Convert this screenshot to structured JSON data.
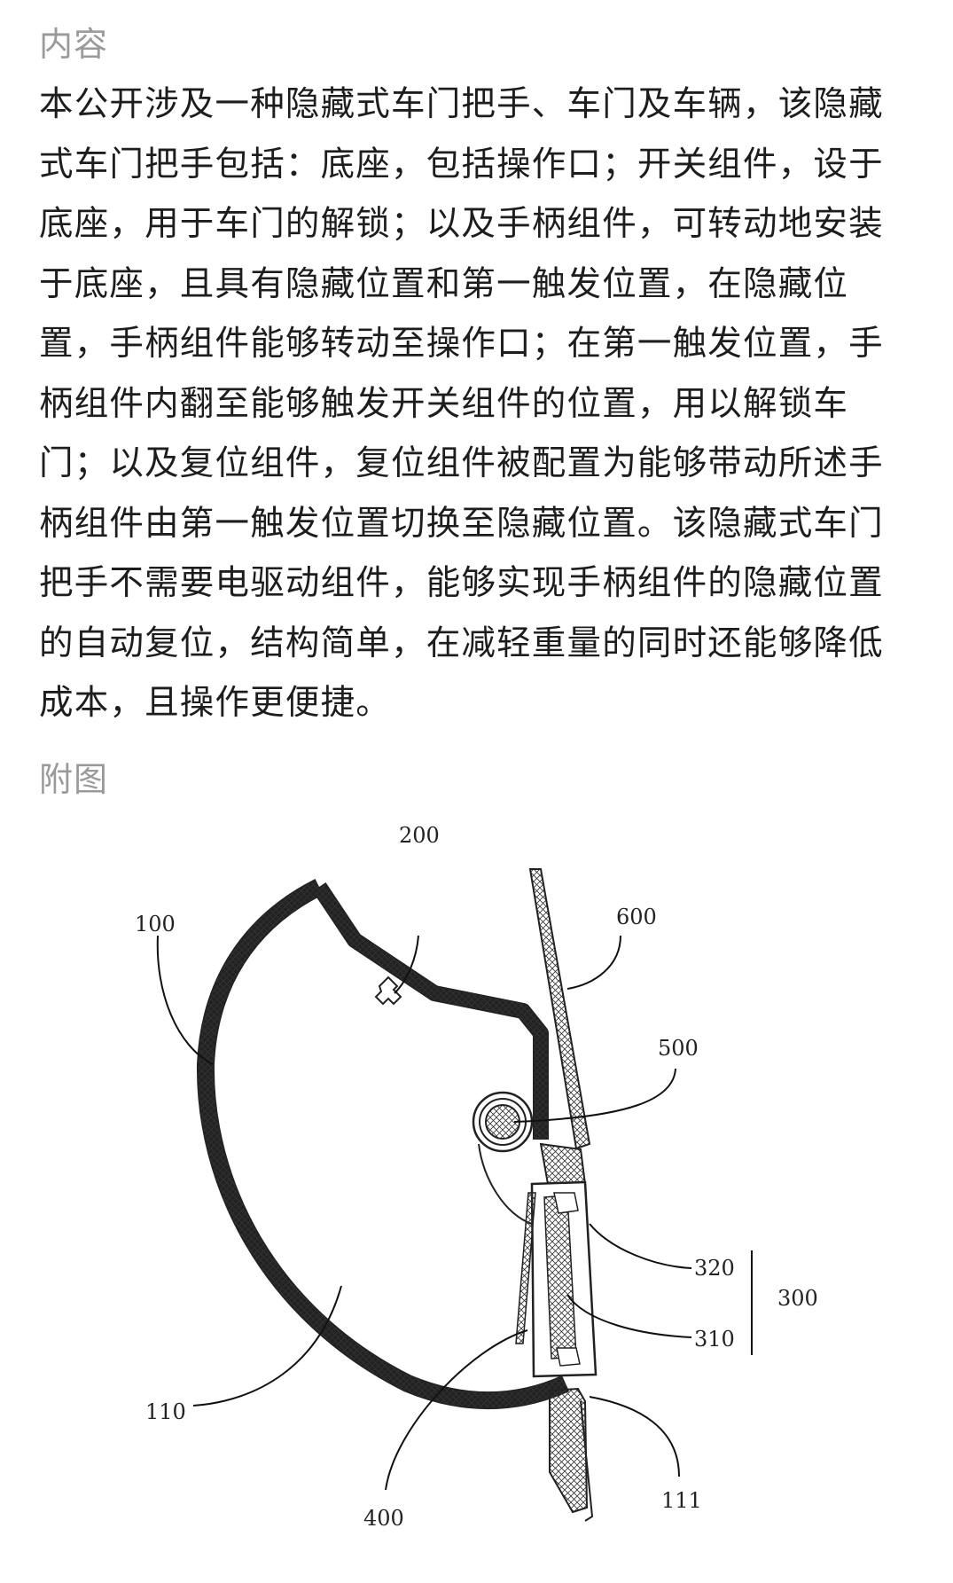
{
  "sections": {
    "content_label": "内容",
    "figure_label": "附图"
  },
  "abstract": "本公开涉及一种隐藏式车门把手、车门及车辆，该隐藏式车门把手包括：底座，包括操作口；开关组件，设于底座，用于车门的解锁；以及手柄组件，可转动地安装于底座，且具有隐藏位置和第一触发位置，在隐藏位置，手柄组件能够转动至操作口；在第一触发位置，手柄组件内翻至能够触发开关组件的位置，用以解锁车门；以及复位组件，复位组件被配置为能够带动所述手柄组件由第一触发位置切换至隐藏位置。该隐藏式车门把手不需要电驱动组件，能够实现手柄组件的隐藏位置的自动复位，结构简单，在减轻重量的同时还能够降低成本，且操作更便捷。",
  "figure": {
    "labels": {
      "l100": "100",
      "l200": "200",
      "l600": "600",
      "l500": "500",
      "l320": "320",
      "l300": "300",
      "l310": "310",
      "l110": "110",
      "l400": "400",
      "l111": "111"
    }
  }
}
